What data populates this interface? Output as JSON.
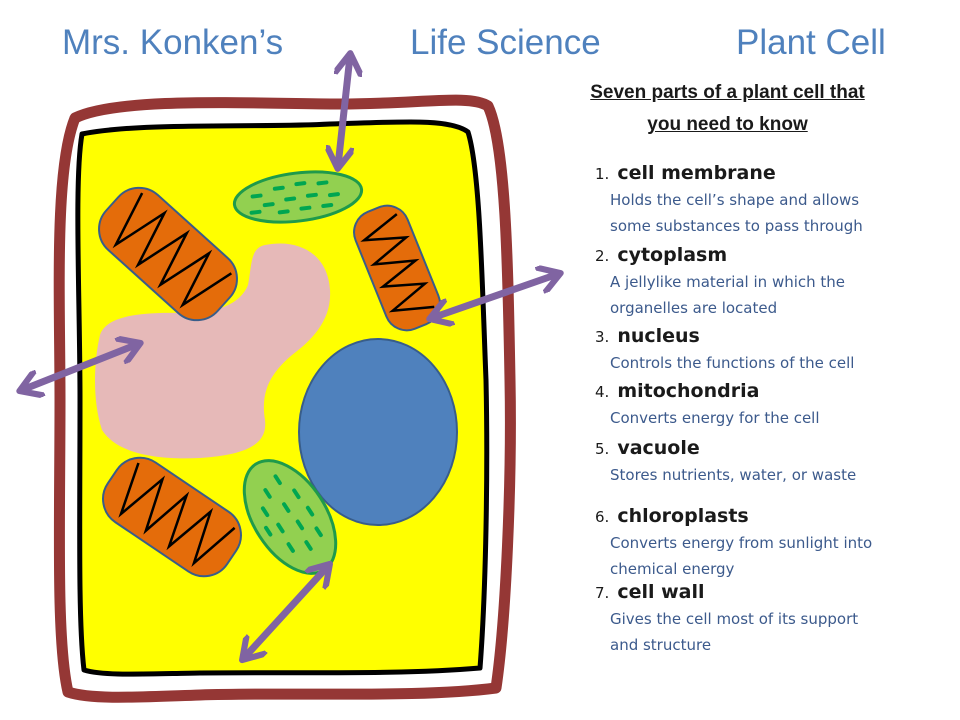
{
  "header": {
    "left": "Mrs. Konken’s",
    "center": "Life Science",
    "right": "Plant Cell"
  },
  "heading": {
    "line1": "Seven parts of a plant cell that",
    "line2": "you need to know"
  },
  "parts": [
    {
      "number": "1.",
      "name": "cell membrane",
      "desc": [
        "Holds the cell’s shape and allows",
        "some substances to pass through"
      ]
    },
    {
      "number": "2.",
      "name": "cytoplasm",
      "desc": [
        "A jellylike material in which the",
        "organelles are located"
      ]
    },
    {
      "number": "3.",
      "name": "nucleus",
      "desc": [
        "Controls the functions of the cell"
      ]
    },
    {
      "number": "4.",
      "name": "mitochondria",
      "desc": [
        "Converts energy for the cell"
      ]
    },
    {
      "number": "5.",
      "name": "vacuole",
      "desc": [
        "Stores nutrients, water, or waste"
      ]
    },
    {
      "number": "6.",
      "name": "chloroplasts",
      "desc": [
        "Converts energy from sunlight into",
        "chemical energy"
      ]
    },
    {
      "number": "7.",
      "name": "cell wall",
      "desc": [
        "Gives the cell most of its support",
        "and structure"
      ]
    }
  ],
  "colors": {
    "title": "#4f81bd",
    "cell_wall": "#953735",
    "cytoplasm": "#ffff00",
    "nucleus": "#4f81bd",
    "vacuole": "#e6b9b8",
    "mitochondria": "#e46c0a",
    "chloroplast": "#92d050",
    "arrow": "#8064a2",
    "description": "#3c5a8c"
  }
}
